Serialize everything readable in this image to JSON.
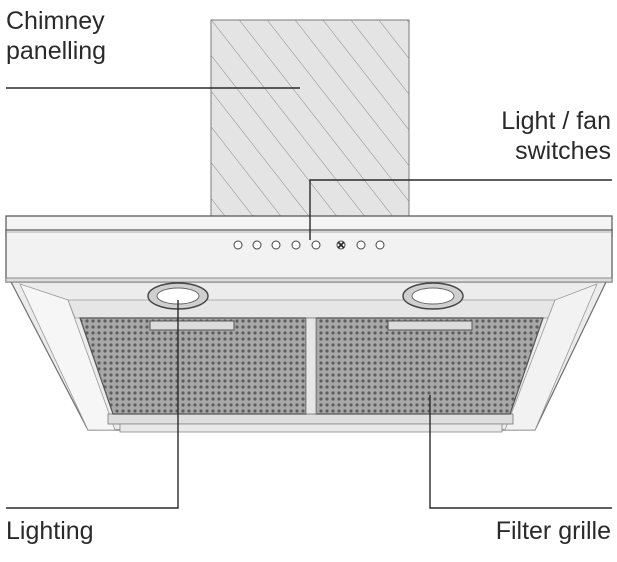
{
  "labels": {
    "chimney_line1": "Chimney",
    "chimney_line2": "panelling",
    "switches_line1": "Light / fan",
    "switches_line2": "switches",
    "lighting": "Lighting",
    "filter": "Filter grille"
  },
  "icons": [
    "chimney-panel",
    "hood-body",
    "control-panel",
    "light-fixture",
    "filter-grille"
  ],
  "colors": {
    "line": "#2a2a2a",
    "chimney_fill": "#e4e4e4",
    "hood_fill": "#eeeeee",
    "mesh_fill": "#9a9a9a"
  }
}
